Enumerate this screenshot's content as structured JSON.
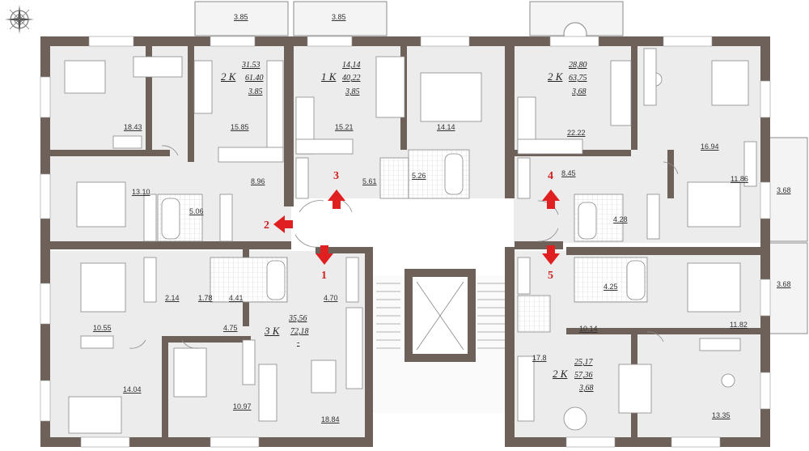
{
  "colors": {
    "wall": "#6e6159",
    "floor": "#ededed",
    "exit_arrow": "#e02020",
    "fixture": "#ffffff",
    "line": "#8a8a8a"
  },
  "compass": {
    "icon": "compass-rose-icon"
  },
  "balcony_labels": [
    "3.85",
    "3.85",
    "3.68",
    "3.68"
  ],
  "units": [
    {
      "id": "unit-top-left",
      "type": "2 К",
      "living": "31.53",
      "total": "61.40",
      "balcony": "3.85",
      "rooms": [
        "18.43",
        "15.85",
        "13.10",
        "8.96",
        "5.06"
      ]
    },
    {
      "id": "unit-top-center",
      "type": "1 К",
      "living": "14,14",
      "total": "40,22",
      "balcony": "3,85",
      "rooms": [
        "15.21",
        "14.14",
        "5.61",
        "5.26"
      ]
    },
    {
      "id": "unit-top-right",
      "type": "2 К",
      "living": "28,80",
      "total": "63,75",
      "balcony": "3,68",
      "rooms": [
        "22.22",
        "16.94",
        "8.45",
        "11.86",
        "4.28"
      ]
    },
    {
      "id": "unit-bottom-left",
      "type": "3 К",
      "living": "35,56",
      "total": "72,18",
      "balcony": "-",
      "rooms": [
        "2.14",
        "1.78",
        "4.41",
        "4.70",
        "10.55",
        "4.75",
        "14.04",
        "10.97",
        "18.84"
      ]
    },
    {
      "id": "unit-bottom-right",
      "type": "2 К",
      "living": "25,17",
      "total": "57,36",
      "balcony": "3,68",
      "rooms": [
        "4.25",
        "10.14",
        "11.82",
        "17.8",
        "13.35"
      ]
    }
  ],
  "exits": [
    "1",
    "2",
    "3",
    "4",
    "5"
  ]
}
